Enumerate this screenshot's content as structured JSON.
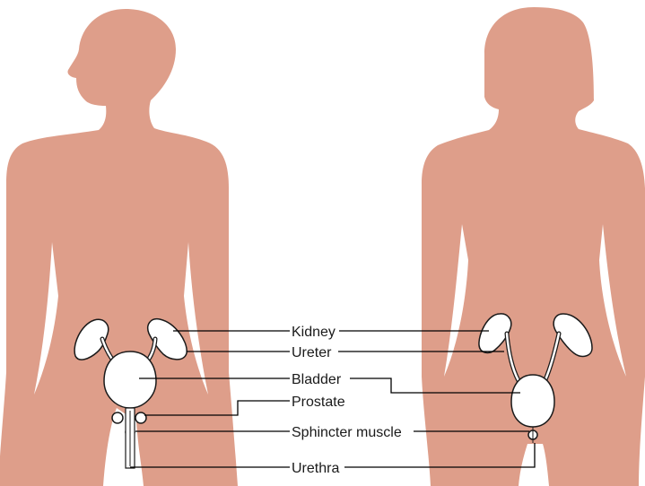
{
  "labels": {
    "kidney": "Kidney",
    "ureter": "Ureter",
    "bladder": "Bladder",
    "prostate": "Prostate",
    "sphincter": "Sphincter muscle",
    "urethra": "Urethra"
  },
  "colors": {
    "skin": "#DE9E8A",
    "organ_fill": "#FFFFFF",
    "organ_stroke": "#1A1A1A",
    "leader_line": "#000000",
    "background": "#FFFFFF"
  }
}
